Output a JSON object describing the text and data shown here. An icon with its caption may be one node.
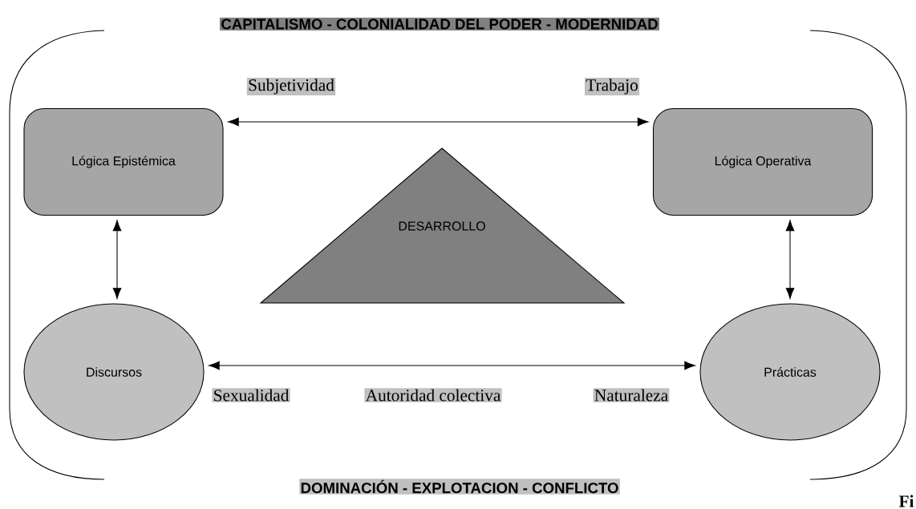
{
  "diagram": {
    "nodes": [
      {
        "text": [
          "Lógica Epistémica"
        ]
      },
      {
        "text": [
          "Lógica Operativa"
        ]
      },
      {
        "text": [
          "DESARROLLO"
        ]
      },
      {
        "text": [
          "Discursos"
        ]
      },
      {
        "text": [
          "Prácticas"
        ]
      }
    ],
    "edges": [
      {
        "from": 0,
        "to": 1,
        "arrow": "both"
      },
      {
        "from": 0,
        "to": 3,
        "arrow": "both"
      },
      {
        "from": 1,
        "to": 4,
        "arrow": "both"
      },
      {
        "from": 3,
        "to": 4,
        "arrow": "both"
      }
    ],
    "labels": [
      "CAPITALISMO - COLONIALIDAD DEL PODER - MODERNIDAD",
      "Subjetividad",
      "Trabajo",
      "Sexualidad",
      "Autoridad colectiva",
      "Naturaleza",
      "DOMINACIÓN - EXPLOTACION - CONFLICTO",
      "Fi"
    ]
  }
}
